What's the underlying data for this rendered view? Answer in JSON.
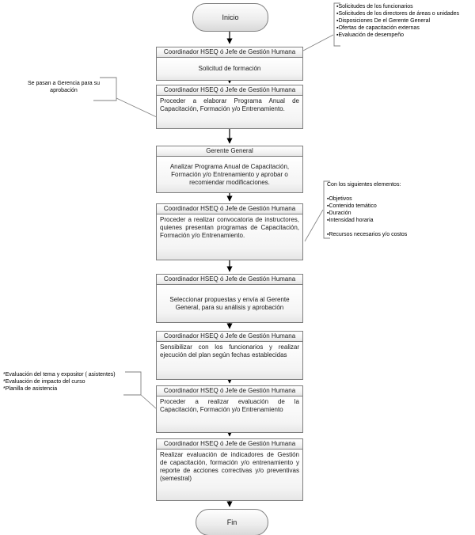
{
  "diagram": {
    "start_label": "Inicio",
    "end_label": "Fin",
    "blocks": [
      {
        "header": "Coordinador HSEQ ó Jefe de Gestión Humana",
        "body": "Solicitud de formación"
      },
      {
        "header": "Coordinador HSEQ ó Jefe de Gestión Humana",
        "body": "Proceder a elaborar Programa Anual de Capacitación, Formación y/o Entrenamiento."
      },
      {
        "header": "Gerente General",
        "body": "Analizar Programa Anual de Capacitación, Formación y/o Entrenamiento y aprobar o recomiendar modificaciones."
      },
      {
        "header": "Coordinador HSEQ ó Jefe de Gestión Humana",
        "body": "Proceder a realizar convocatoria de instructores, quienes presentan programas de Capacitación, Formación y/o Entrenamiento."
      },
      {
        "header": "Coordinador HSEQ ó Jefe de Gestión Humana",
        "body": "Seleccionar propuestas y envía al Gerente General, para su análisis y aprobación"
      },
      {
        "header": "Coordinador HSEQ ó Jefe de Gestión Humana",
        "body": "Sensibilizar con los funcionarios y realizar ejecución del plan según fechas establecidas"
      },
      {
        "header": "Coordinador HSEQ ó Jefe de Gestión Humana",
        "body": "Proceder a realizar evaluación de la Capacitación, Formación y/o Entrenamiento"
      },
      {
        "header": "Coordinador HSEQ ó Jefe de Gestión Humana",
        "body": "Realizar evaluación de indicadores de Gestión de capacitación, formación y/o entrenamiento y reporte de acciones correctivas y/o preventivas (semestral)"
      }
    ],
    "notes": {
      "inputs": {
        "lines": [
          "▪Solicitudes de los funcionarios",
          "▪Solicitudes de los directores de áreas o unidades",
          "▪Disposiciones De el Gerente General",
          "▪Ofertas de capacitación externas",
          "▪Evaluación de desempeño"
        ]
      },
      "approval": {
        "text": "Se pasan a Gerencia para su aprobación"
      },
      "elements": {
        "title": "Con los siguientes elementos:",
        "items": [
          "▪Objetivos",
          "▪Contenido temático",
          "▪Duración",
          "▪Intensidad horaria",
          "▪Recursos necesarios y/o costos"
        ]
      },
      "evaluation": {
        "lines": [
          "*Evaluación del tema y expositor ( asistentes)",
          "*Evaluación de impacto del curso",
          "*Planilla de asistencia"
        ]
      }
    },
    "colors": {
      "border": "#7f7f7f",
      "arrow": "#000000",
      "connector": "#7f7f7f",
      "shape_fill_bottom": "#d9d9d9"
    }
  }
}
